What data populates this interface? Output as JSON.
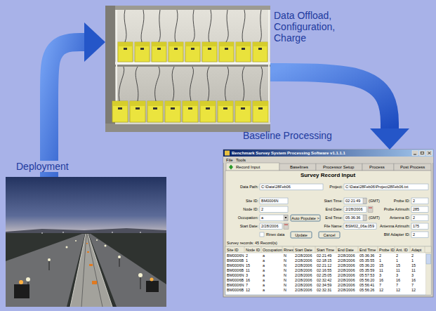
{
  "diagram": {
    "nodes": [
      {
        "text": [
          "Data Offload, Configuration, Charge"
        ]
      },
      {
        "text": [
          "Baseline Processing"
        ]
      },
      {
        "text": [
          "Deployment"
        ]
      }
    ],
    "edges": [
      {
        "from": 2,
        "to": 0,
        "arrow": "to"
      },
      {
        "from": 0,
        "to": 1,
        "arrow": "to"
      }
    ],
    "labels": [
      "Benchmark Survey System Processing Software v1.1.1.1",
      "File",
      "Tools",
      "Record Input",
      "Baselines",
      "Processor Setup",
      "Process",
      "Post Process",
      "Survey Record Input",
      "Data Path:",
      "C:\\Data\\28Feb06",
      "Project:",
      "C:\\Data\\28Feb06\\Project28Feb06.txt",
      "Site ID:",
      "BM0006N",
      "Start Time:",
      "02:21:49",
      "(GMT)",
      "Probe ID:",
      "2",
      "Node ID:",
      "2",
      "End Date:",
      "2/28/2006",
      "Probe Azimuth:",
      "285",
      "Occupation:",
      "a",
      "Auto Populate >",
      "End Time:",
      "05:36:36",
      "(GMT)",
      "Antenna ID:",
      "2",
      "Start Date:",
      "2/28/2006",
      "File Name:",
      "BSM02_06a.059",
      "Antenna Azimuth:",
      "175",
      "Rinex data",
      "Update",
      "Cancel",
      "BM Adapter ID:",
      "2",
      "Survey records: 45 Record(s)",
      "Site ID",
      "Node ID",
      "Occupation",
      "Rinex",
      "Start Date",
      "Start Time",
      "End Date",
      "End Time",
      "Probe ID",
      "Ant. ID",
      "Adapt",
      "BM0006N",
      "2",
      "a",
      "N",
      "2/28/2006",
      "02:21:49",
      "2/28/2006",
      "05:36:36",
      "2",
      "2",
      "2",
      "BM0006B",
      "1",
      "a",
      "N",
      "2/28/2006",
      "02:18:15",
      "2/28/2006",
      "05:35:55",
      "1",
      "1",
      "1",
      "BM0006N",
      "15",
      "a",
      "N",
      "2/28/2006",
      "02:21:12",
      "2/28/2006",
      "05:36:20",
      "15",
      "15",
      "15",
      "BM0006B",
      "11",
      "a",
      "N",
      "2/28/2006",
      "02:16:55",
      "2/28/2006",
      "05:35:59",
      "11",
      "11",
      "11",
      "BM0006N",
      "3",
      "a",
      "N",
      "2/28/2006",
      "02:25:05",
      "2/28/2006",
      "05:57:53",
      "3",
      "3",
      "3",
      "BM0006B",
      "16",
      "a",
      "N",
      "2/28/2006",
      "02:32:42",
      "2/28/2006",
      "05:56:20",
      "16",
      "16",
      "16",
      "BM0006N",
      "7",
      "a",
      "N",
      "2/28/2006",
      "02:34:59",
      "2/28/2006",
      "05:56:41",
      "7",
      "7",
      "7",
      "BM0006B",
      "12",
      "a",
      "N",
      "2/28/2006",
      "02:32:31",
      "2/28/2006",
      "05:56:26",
      "12",
      "12",
      "12"
    ]
  }
}
